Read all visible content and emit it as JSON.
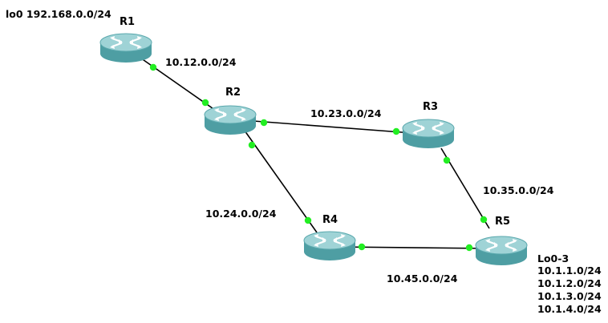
{
  "diagram": {
    "routers": [
      {
        "id": "r1",
        "name": "R1"
      },
      {
        "id": "r2",
        "name": "R2"
      },
      {
        "id": "r3",
        "name": "R3"
      },
      {
        "id": "r4",
        "name": "R4"
      },
      {
        "id": "r5",
        "name": "R5"
      }
    ],
    "links": [
      {
        "id": "r1-r2",
        "from": "R1",
        "to": "R2",
        "subnet": "10.12.0.0/24"
      },
      {
        "id": "r2-r3",
        "from": "R2",
        "to": "R3",
        "subnet": "10.23.0.0/24"
      },
      {
        "id": "r2-r4",
        "from": "R2",
        "to": "R4",
        "subnet": "10.24.0.0/24"
      },
      {
        "id": "r3-r5",
        "from": "R3",
        "to": "R5",
        "subnet": "10.35.0.0/24"
      },
      {
        "id": "r4-r5",
        "from": "R4",
        "to": "R5",
        "subnet": "10.45.0.0/24"
      }
    ],
    "loopbacks": {
      "r1": "lo0 192.168.0.0/24",
      "r5_title": "Lo0-3",
      "r5_networks": [
        "10.1.1.0/24",
        "10.1.2.0/24",
        "10.1.3.0/24",
        "10.1.4.0/24"
      ]
    },
    "colors": {
      "router_top": "#9fd3d6",
      "router_side": "#4e9ea3",
      "link": "#000000",
      "port": "#22ee22"
    }
  }
}
